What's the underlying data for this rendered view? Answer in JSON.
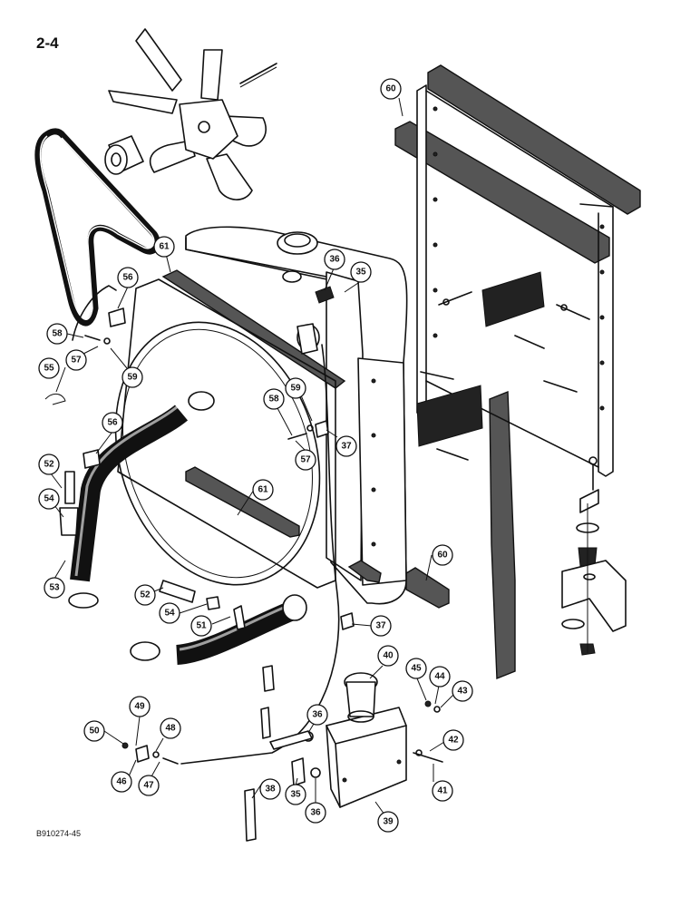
{
  "page": {
    "number": "2-4",
    "drawing_code": "B910274-45"
  },
  "callouts": [
    {
      "label": "60",
      "name": "callout-60-top"
    },
    {
      "label": "61",
      "name": "callout-61-top"
    },
    {
      "label": "36",
      "name": "callout-36-top"
    },
    {
      "label": "35",
      "name": "callout-35-top"
    },
    {
      "label": "56",
      "name": "callout-56-top"
    },
    {
      "label": "58",
      "name": "callout-58-left"
    },
    {
      "label": "57",
      "name": "callout-57-left"
    },
    {
      "label": "59",
      "name": "callout-59-left"
    },
    {
      "label": "55",
      "name": "callout-55"
    },
    {
      "label": "56",
      "name": "callout-56-mid"
    },
    {
      "label": "52",
      "name": "callout-52-left"
    },
    {
      "label": "54",
      "name": "callout-54-left"
    },
    {
      "label": "53",
      "name": "callout-53"
    },
    {
      "label": "58",
      "name": "callout-58-right"
    },
    {
      "label": "59",
      "name": "callout-59-right"
    },
    {
      "label": "37",
      "name": "callout-37-upper"
    },
    {
      "label": "57",
      "name": "callout-57-right"
    },
    {
      "label": "61",
      "name": "callout-61-center"
    },
    {
      "label": "60",
      "name": "callout-60-bottom"
    },
    {
      "label": "52",
      "name": "callout-52-bottom"
    },
    {
      "label": "54",
      "name": "callout-54-bottom"
    },
    {
      "label": "51",
      "name": "callout-51"
    },
    {
      "label": "37",
      "name": "callout-37-lower"
    },
    {
      "label": "40",
      "name": "callout-40"
    },
    {
      "label": "45",
      "name": "callout-45"
    },
    {
      "label": "44",
      "name": "callout-44"
    },
    {
      "label": "43",
      "name": "callout-43"
    },
    {
      "label": "49",
      "name": "callout-49"
    },
    {
      "label": "48",
      "name": "callout-48"
    },
    {
      "label": "50",
      "name": "callout-50"
    },
    {
      "label": "36",
      "name": "callout-36-mid"
    },
    {
      "label": "42",
      "name": "callout-42"
    },
    {
      "label": "46",
      "name": "callout-46"
    },
    {
      "label": "47",
      "name": "callout-47"
    },
    {
      "label": "35",
      "name": "callout-35-bottom"
    },
    {
      "label": "41",
      "name": "callout-41"
    },
    {
      "label": "38",
      "name": "callout-38"
    },
    {
      "label": "36",
      "name": "callout-36-bottom"
    },
    {
      "label": "39",
      "name": "callout-39"
    }
  ]
}
